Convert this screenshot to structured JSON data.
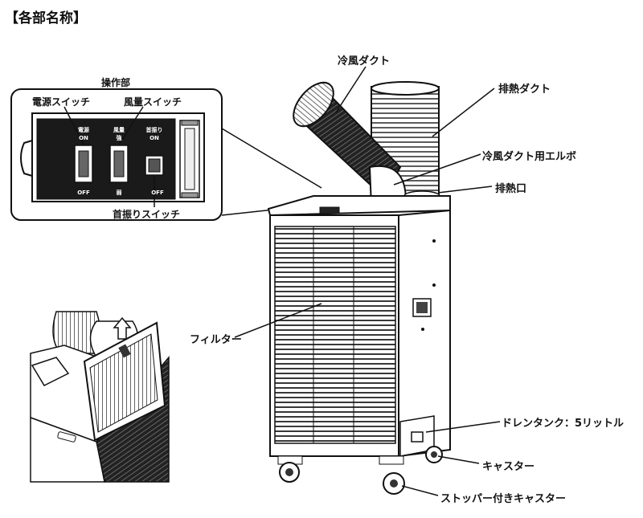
{
  "title": "【各部名称】",
  "panel": {
    "heading": "操作部",
    "power_switch": "電源スイッチ",
    "fan_switch": "風量スイッチ",
    "swing_switch": "首振りスイッチ",
    "switch_labels": {
      "power_top": "電源",
      "power_on": "ON",
      "power_off": "OFF",
      "fan_top": "風量",
      "fan_strong": "強",
      "fan_weak": "弱",
      "swing_top": "首振り",
      "swing_on": "ON",
      "swing_off": "OFF"
    }
  },
  "parts": {
    "cold_duct": "冷風ダクト",
    "exhaust_duct": "排熱ダクト",
    "elbow": "冷風ダクト用エルボ",
    "exhaust_port": "排熱口",
    "filter": "フィルター",
    "drain_tank": "ドレンタンク：5リットル",
    "caster": "キャスター",
    "stopper_caster": "ストッパー付きキャスター"
  }
}
